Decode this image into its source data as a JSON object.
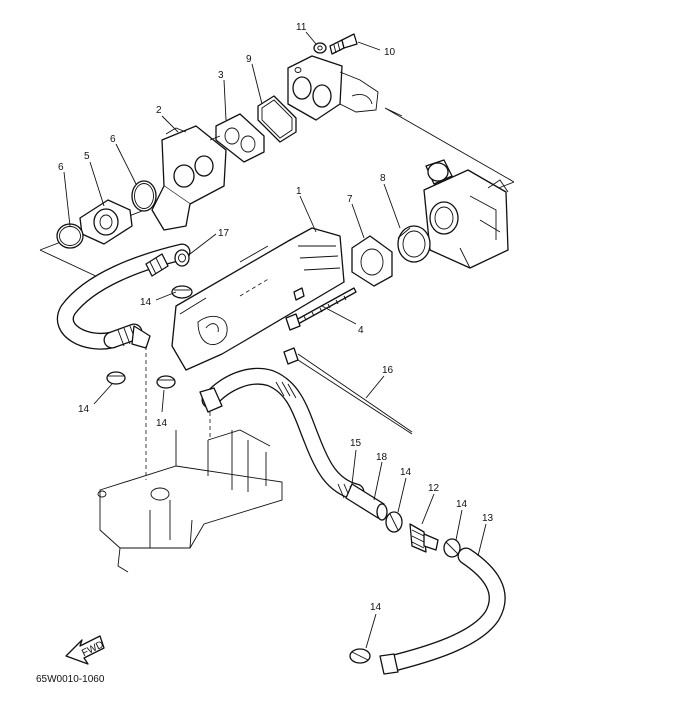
{
  "diagram": {
    "drawing_code": "65W0010-1060",
    "fwd_label": "FWD",
    "callouts": [
      {
        "id": "c11",
        "label": "11"
      },
      {
        "id": "c10",
        "label": "10"
      },
      {
        "id": "c9",
        "label": "9"
      },
      {
        "id": "c3",
        "label": "3"
      },
      {
        "id": "c2",
        "label": "2"
      },
      {
        "id": "c6a",
        "label": "6"
      },
      {
        "id": "c6b",
        "label": "6"
      },
      {
        "id": "c5",
        "label": "5"
      },
      {
        "id": "c1",
        "label": "1"
      },
      {
        "id": "c7",
        "label": "7"
      },
      {
        "id": "c8",
        "label": "8"
      },
      {
        "id": "c17",
        "label": "17"
      },
      {
        "id": "c14a",
        "label": "14"
      },
      {
        "id": "c4",
        "label": "4"
      },
      {
        "id": "c16",
        "label": "16"
      },
      {
        "id": "c14b",
        "label": "14"
      },
      {
        "id": "c14c",
        "label": "14"
      },
      {
        "id": "c15",
        "label": "15"
      },
      {
        "id": "c18",
        "label": "18"
      },
      {
        "id": "c14d",
        "label": "14"
      },
      {
        "id": "c12",
        "label": "12"
      },
      {
        "id": "c14e",
        "label": "14"
      },
      {
        "id": "c13",
        "label": "13"
      },
      {
        "id": "c14f",
        "label": "14"
      }
    ]
  }
}
